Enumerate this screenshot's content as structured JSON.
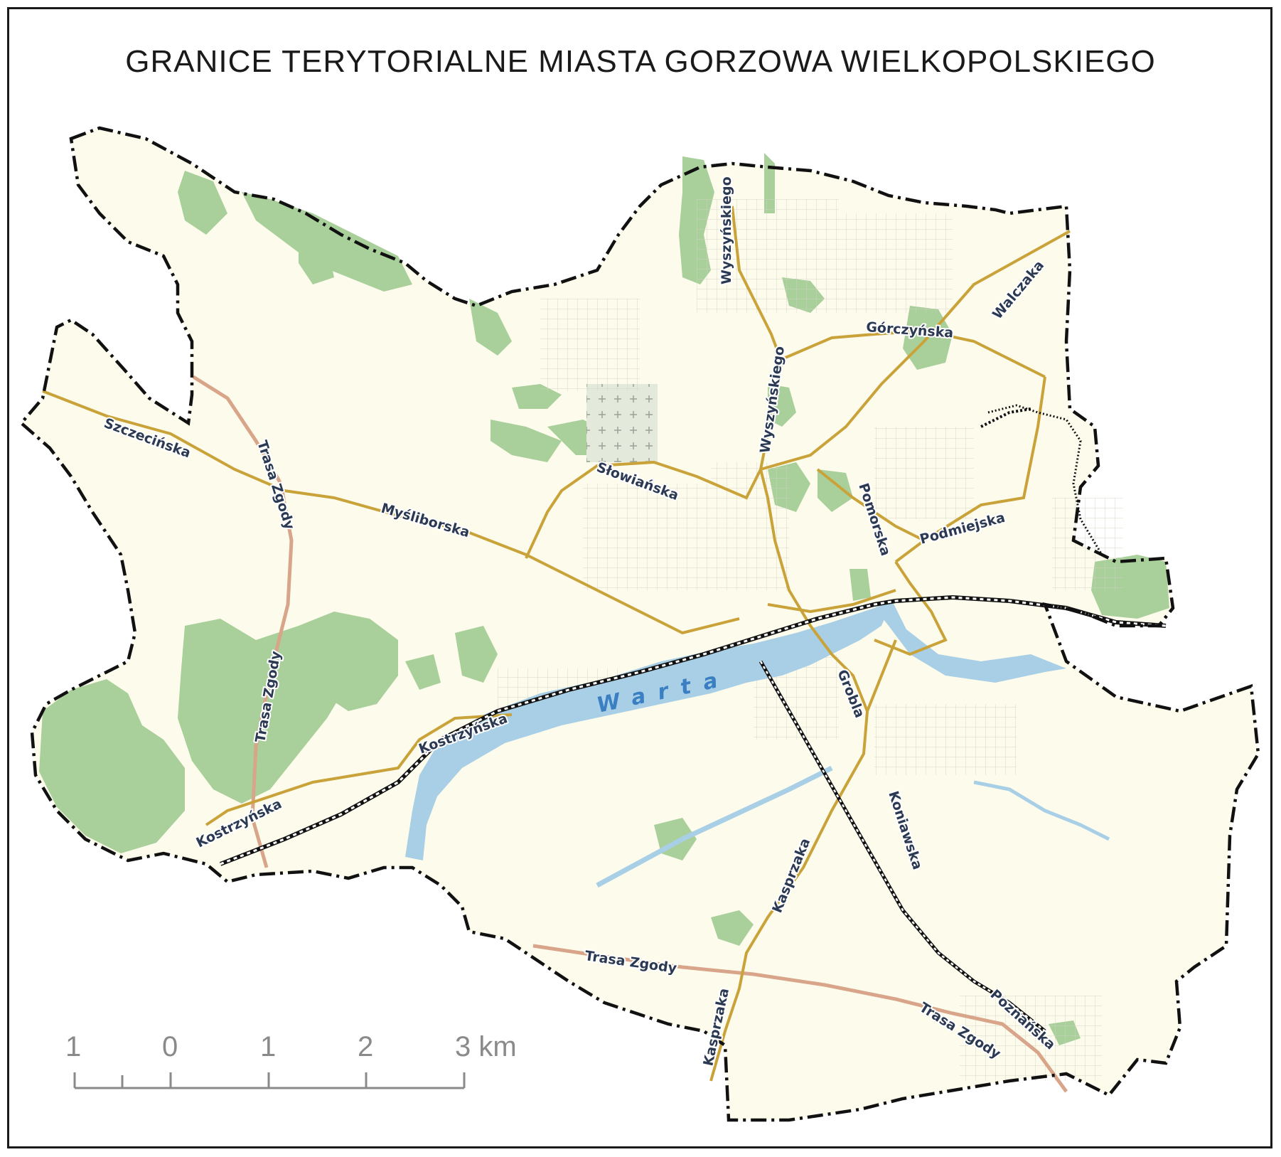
{
  "title": "GRANICE TERYTORIALNE MIASTA GORZOWA WIELKOPOLSKIEGO",
  "colors": {
    "land": "#fdfcec",
    "forest": "#a9cf9a",
    "water": "#a9cfe6",
    "main_road": "#c9a33a",
    "expressway": "#d9a58a",
    "boundary": "#111111",
    "label": "#2b3a52",
    "river_label": "#3a7fc2",
    "scale": "#8a8a8a"
  },
  "river": {
    "name": "Warta"
  },
  "streets": {
    "szczecinska": "Szczecińska",
    "trasa_zgody_1": "Trasa Zgody",
    "trasa_zgody_2": "Trasa Zgody",
    "trasa_zgody_3": "Trasa Zgody",
    "trasa_zgody_4": "Trasa Zgody",
    "mysliborska": "Myśliborska",
    "slowianska": "Słowiańska",
    "wyszynskiego_1": "Wyszyńskiego",
    "wyszynskiego_2": "Wyszyńskiego",
    "gorczynska": "Górczyńska",
    "walczaka": "Walczaka",
    "pomorska": "Pomorska",
    "podmiejska": "Podmiejska",
    "kostrzynska_1": "Kostrzyńska",
    "kostrzynska_2": "Kostrzyńska",
    "grobla": "Grobla",
    "koniawska": "Koniawska",
    "kasprzaka_1": "Kasprzaka",
    "kasprzaka_2": "Kasprzaka",
    "poznanska": "Poznańska"
  },
  "scale_bar": {
    "labels": [
      "1",
      "0",
      "1",
      "2",
      "3 km"
    ]
  },
  "icons": {
    "cemetery": "cross-grid-icon",
    "railway": "checkered-line"
  }
}
